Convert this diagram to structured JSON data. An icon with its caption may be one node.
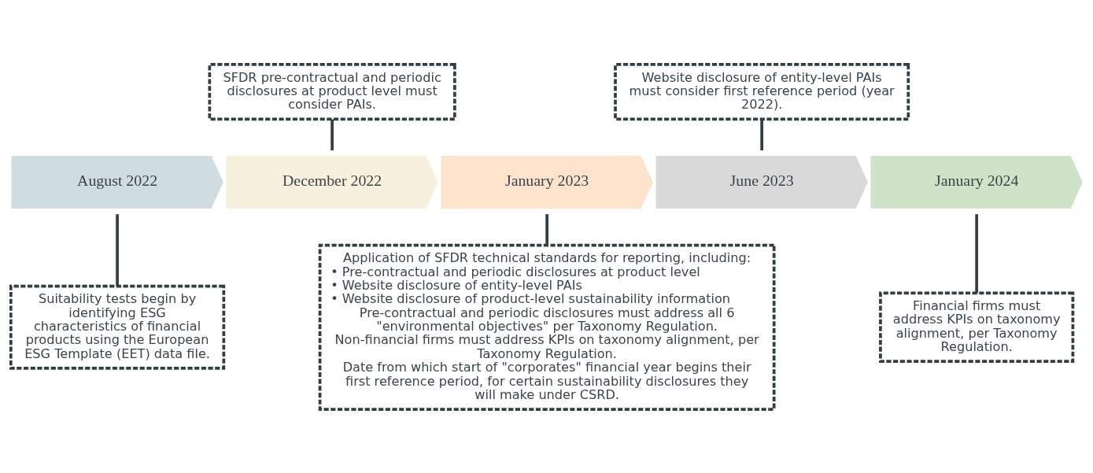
{
  "diagram": {
    "nodes": [
      {
        "text": [
          "SFDR pre-contractual and periodic disclosures at product level must consider PAIs."
        ]
      },
      {
        "text": [
          "Website disclosure of entity-level PAIs must consider first reference period (year 2022)."
        ]
      },
      {
        "text": [
          "August 2022"
        ]
      },
      {
        "text": [
          "December 2022"
        ]
      },
      {
        "text": [
          "January 2023"
        ]
      },
      {
        "text": [
          "June 2023"
        ]
      },
      {
        "text": [
          "January 2024"
        ]
      },
      {
        "text": [
          "Suitability tests begin by identifying ESG characteristics of financial products using the European ESG Template (EET) data file."
        ]
      },
      {
        "text": [
          "Application of SFDR technical standards for reporting, including:",
          "• Pre-contractual and periodic disclosures at product level",
          "• Website disclosure of entity-level PAIs",
          "• Website disclosure of product-level sustainability information",
          "Pre-contractual and periodic disclosures must address all 6 \"environmental objectives\" per Taxonomy Regulation.",
          "Non-financial firms must address KPIs on taxonomy alignment, per Taxonomy Regulation.",
          "Date from which start of \"corporates\" financial year begins their first reference period, for certain sustainability disclosures they will make under CSRD."
        ]
      },
      {
        "text": [
          "Financial firms must address KPIs on taxonomy alignment, per Taxonomy Regulation."
        ]
      }
    ],
    "edges": [
      {
        "from": 0,
        "to": 3,
        "arrow": "none"
      },
      {
        "from": 1,
        "to": 5,
        "arrow": "none"
      },
      {
        "from": 2,
        "to": 7,
        "arrow": "none"
      },
      {
        "from": 4,
        "to": 8,
        "arrow": "none"
      },
      {
        "from": 6,
        "to": 9,
        "arrow": "none"
      }
    ]
  }
}
